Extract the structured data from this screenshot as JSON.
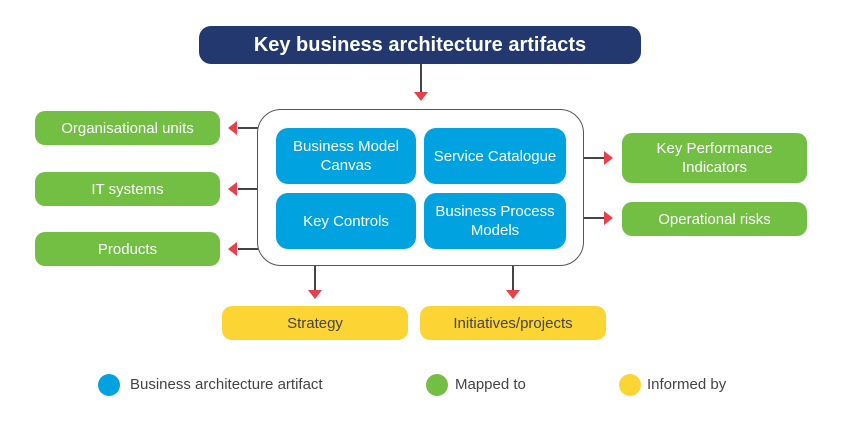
{
  "title": "Key business architecture artifacts",
  "artifacts": [
    "Business Model Canvas",
    "Service Catalogue",
    "Key Controls",
    "Business Process Models"
  ],
  "mapped_left": [
    "Organisational units",
    "IT systems",
    "Products"
  ],
  "mapped_right": [
    "Key Performance Indicators",
    "Operational risks"
  ],
  "informed_by": [
    "Strategy",
    "Initiatives/projects"
  ],
  "legend": [
    {
      "label": "Business architecture artifact",
      "color": "#00a3e0"
    },
    {
      "label": "Mapped to",
      "color": "#72bf44"
    },
    {
      "label": "Informed by",
      "color": "#fcd535"
    }
  ],
  "colors": {
    "title_bg": "#22386e",
    "artifact": "#00a3e0",
    "mapped": "#72bf44",
    "informed": "#fcd535",
    "arrow": "#e8404a"
  }
}
